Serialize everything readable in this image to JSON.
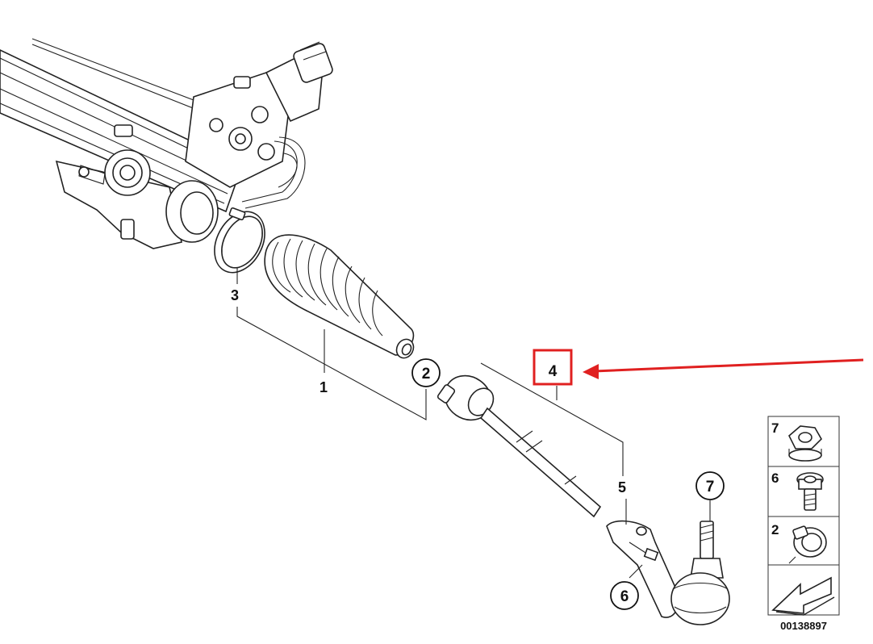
{
  "diagram": {
    "part_labels": {
      "p1": "1",
      "p2": "2",
      "p3": "3",
      "p4": "4",
      "p5": "5",
      "p6": "6",
      "p7": "7"
    },
    "legend": {
      "items": [
        {
          "label": "7",
          "icon": "flange-nut-icon"
        },
        {
          "label": "6",
          "icon": "bolt-icon"
        },
        {
          "label": "2",
          "icon": "clamp-icon"
        }
      ],
      "arrow_icon": "reference-arrow-icon"
    },
    "drawing_number": "00138897",
    "highlight": {
      "target": "4",
      "box_color": "#e02020",
      "arrow_color": "#e02020"
    }
  }
}
